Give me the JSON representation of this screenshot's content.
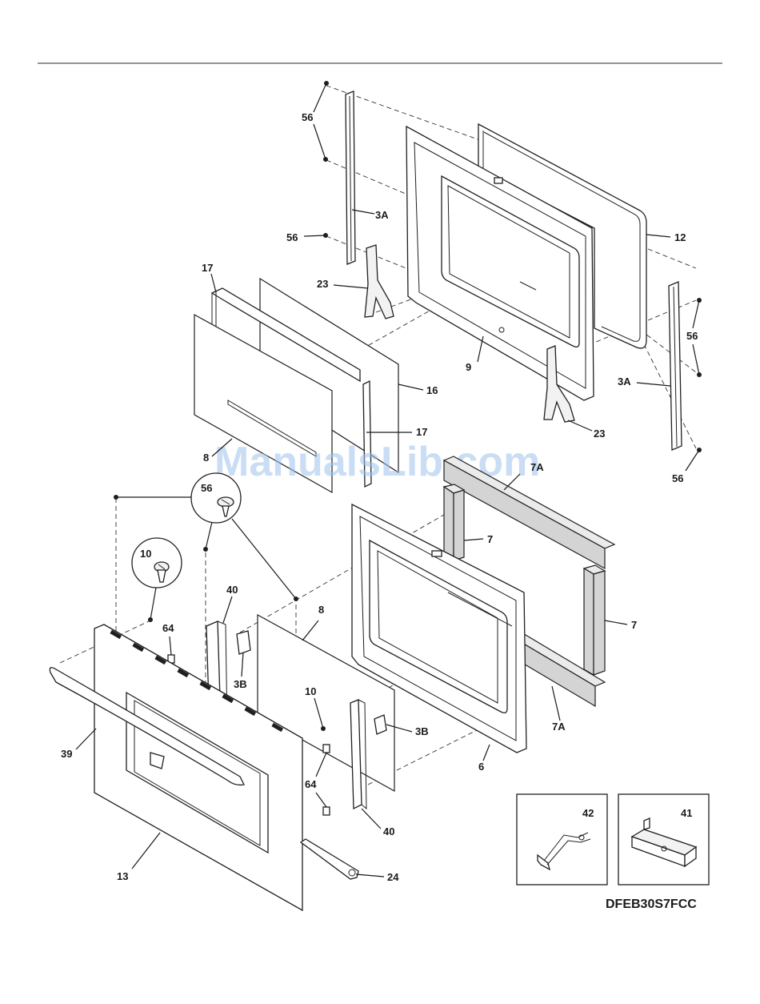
{
  "diagram": {
    "model_number": "DFEB30S7FCC",
    "watermark": "ManualsLib.com",
    "callouts": {
      "c56_top": "56",
      "c56_mid": "56",
      "c3A_left": "3A",
      "c12": "12",
      "c23_top": "23",
      "c9": "9",
      "c56_right": "56",
      "c3A_right": "3A",
      "c23_bottom": "23",
      "c56_bottom_right": "56",
      "c17_top": "17",
      "c16": "16",
      "c17_mid": "17",
      "c8_top": "8",
      "c7A_top": "7A",
      "c7_left": "7",
      "c7_right": "7",
      "c7A_bottom": "7A",
      "c6": "6",
      "c56_bubble": "56",
      "c10_bubble": "10",
      "c40_top": "40",
      "c64_top": "64",
      "c3B_left": "3B",
      "c8_mid": "8",
      "c10_mid": "10",
      "c3B_right": "3B",
      "c64_bottom": "64",
      "c40_bottom": "40",
      "c39": "39",
      "c13": "13",
      "c24": "24",
      "c42": "42",
      "c41": "41"
    }
  }
}
